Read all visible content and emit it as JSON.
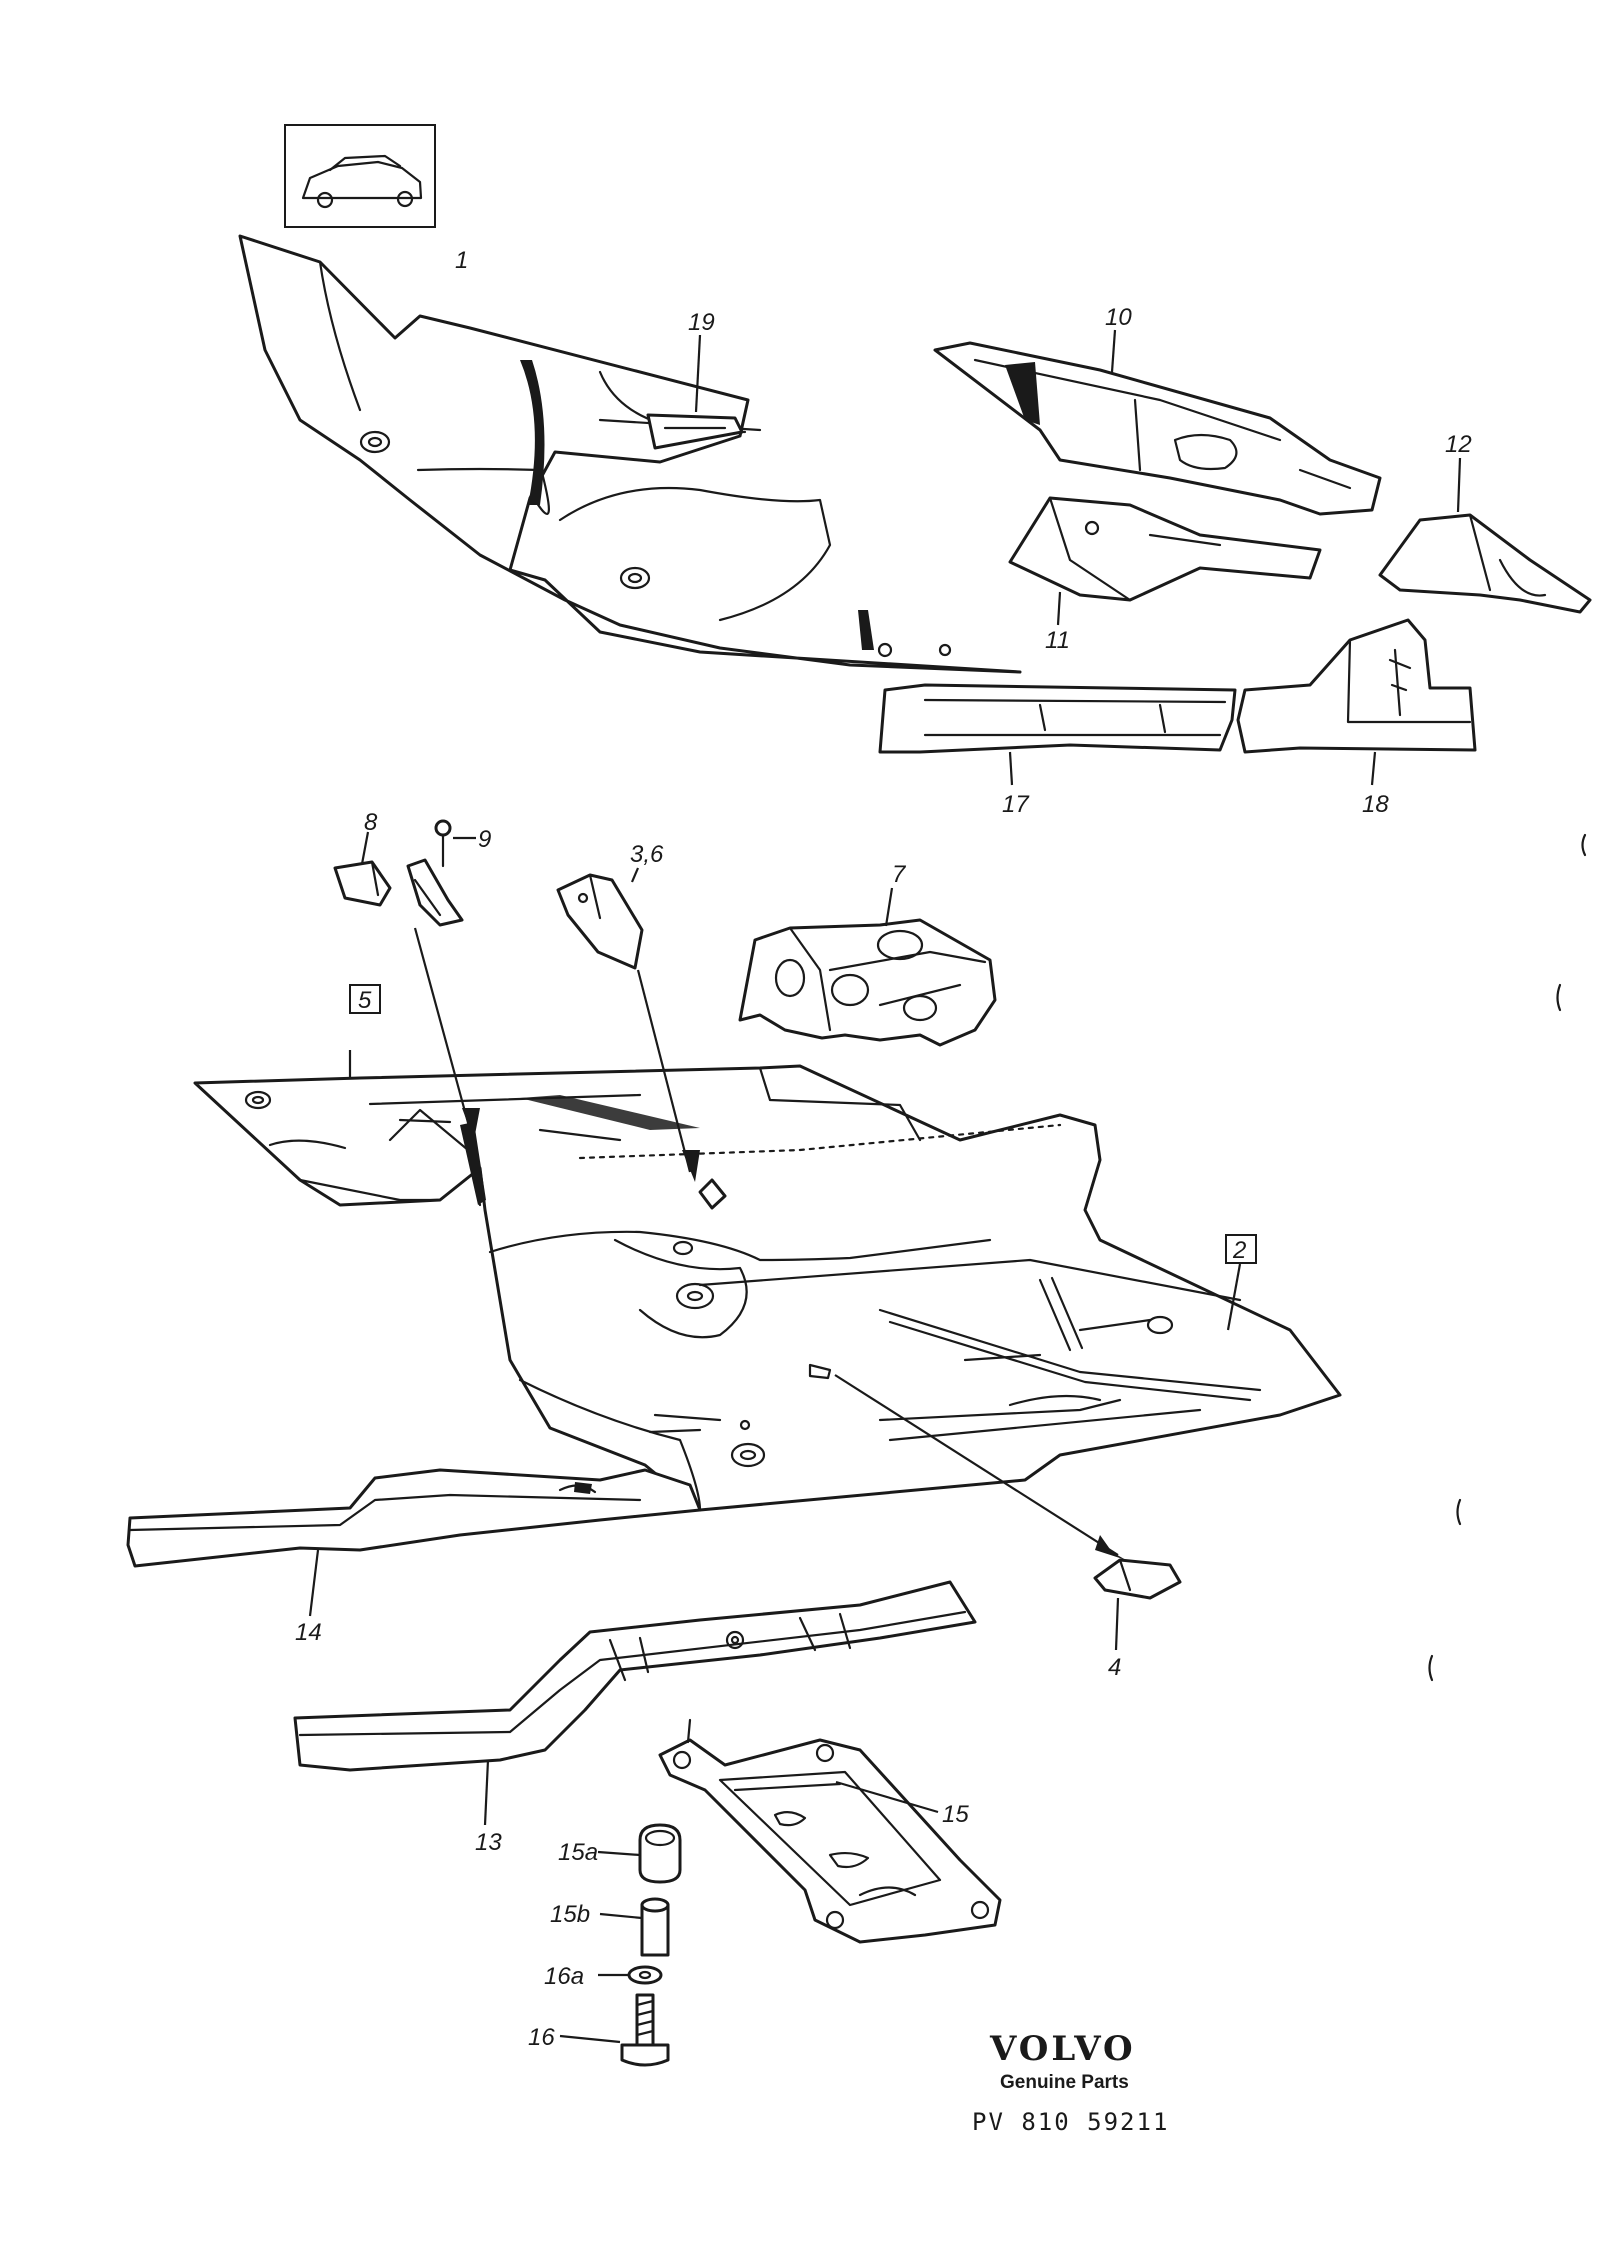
{
  "callouts": {
    "c1": "1",
    "c19": "19",
    "c10": "10",
    "c11": "11",
    "c12": "12",
    "c17": "17",
    "c18": "18",
    "c8": "8",
    "c9": "9",
    "c36": "3,6",
    "c7": "7",
    "c5": "5",
    "c2": "2",
    "c14": "14",
    "c4": "4",
    "c13": "13",
    "c15": "15",
    "c15a": "15a",
    "c15b": "15b",
    "c16a": "16a",
    "c16": "16"
  },
  "footer": {
    "brand": "VOLVO",
    "subtitle": "Genuine Parts",
    "code": "PV 810 59211"
  }
}
